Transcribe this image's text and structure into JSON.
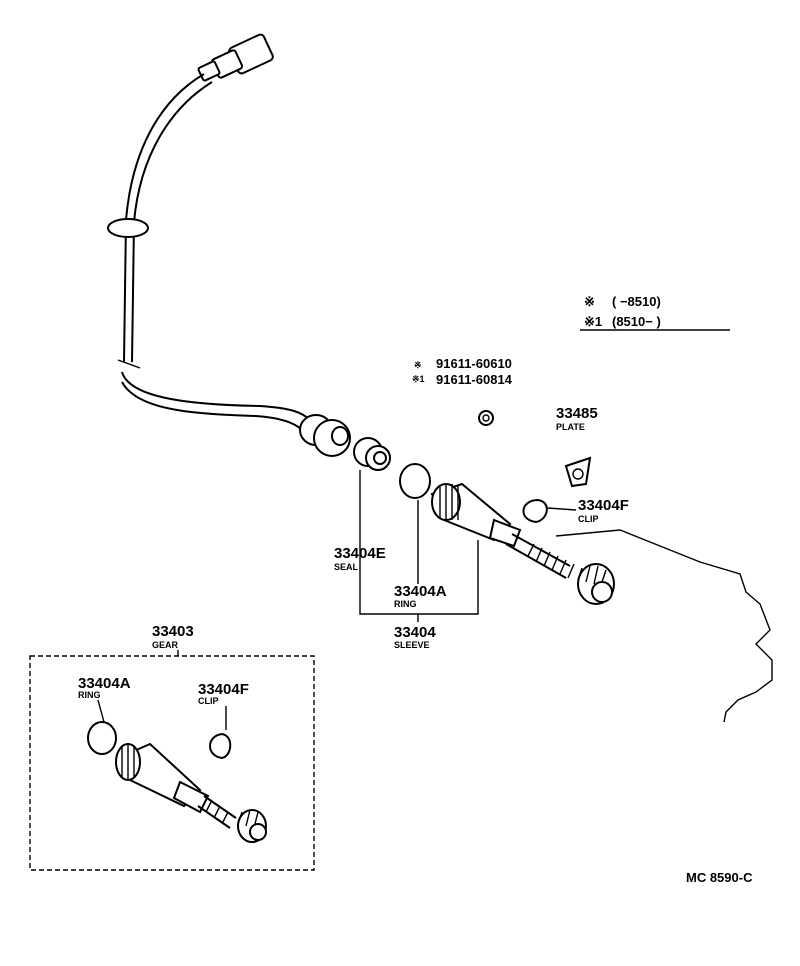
{
  "legend": {
    "row1": {
      "mark": "※",
      "range": "(        −8510)"
    },
    "row2": {
      "mark": "※1",
      "range": "(8510−          )"
    }
  },
  "bolt_numbers": {
    "line1": {
      "mark": "※",
      "number": "91611-60610"
    },
    "line2": {
      "mark": "※1",
      "number": "91611-60814"
    }
  },
  "parts": {
    "plate": {
      "number": "33485",
      "name": "PLATE"
    },
    "clip": {
      "number": "33404F",
      "name": "CLIP"
    },
    "seal": {
      "number": "33404E",
      "name": "SEAL"
    },
    "ring": {
      "number": "33404A",
      "name": "RING"
    },
    "sleeve": {
      "number": "33404",
      "name": "SLEEVE"
    }
  },
  "gear_kit": {
    "number": "33403",
    "name": "GEAR",
    "ring": {
      "number": "33404A",
      "name": "RING"
    },
    "clip": {
      "number": "33404F",
      "name": "CLIP"
    }
  },
  "diagram_code": "MC 8590-C"
}
